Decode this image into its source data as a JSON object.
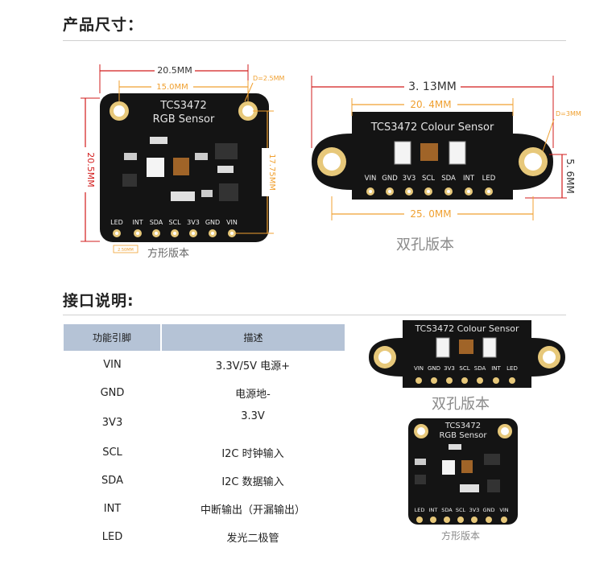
{
  "section1": {
    "title": "产品尺寸："
  },
  "square_board": {
    "dim_outer": "20.5MM",
    "dim_inner": "15.0MM",
    "dim_hole": "D=2.5MM",
    "dim_left": "20.5MM",
    "dim_right": "17.75MM",
    "title_line1": "TCS3472",
    "title_line2": "RGB Sensor",
    "pins": [
      "LED",
      "INT",
      "SDA",
      "SCL",
      "3V3",
      "GND",
      "VIN"
    ],
    "caption": "方形版本",
    "small_note": "2.50MM"
  },
  "double_board": {
    "dim_outer": "3. 13MM",
    "dim_inner": "20. 4MM",
    "dim_hole": "D=3MM",
    "dim_height": "5. 6MM",
    "dim_bottom": "25. 0MM",
    "title": "TCS3472 Colour Sensor",
    "pins": [
      "VIN",
      "GND",
      "3V3",
      "SCL",
      "SDA",
      "INT",
      "LED"
    ],
    "caption": "双孔版本"
  },
  "section2": {
    "title": "接口说明:"
  },
  "table": {
    "headers": [
      "功能引脚",
      "描述"
    ],
    "rows": [
      [
        "VIN",
        "3.3V/5V 电源+"
      ],
      [
        "GND",
        "电源地-"
      ],
      [
        "3V3",
        "3.3V"
      ],
      [
        "SCL",
        "I2C 时钟输入"
      ],
      [
        "SDA",
        "I2C 数据输入"
      ],
      [
        "INT",
        "中断输出（开漏输出）"
      ],
      [
        "LED",
        "发光二极管"
      ]
    ]
  },
  "photo_double": {
    "title": "TCS3472 Colour Sensor",
    "pins": [
      "VIN",
      "GND",
      "3V3",
      "SCL",
      "SDA",
      "INT",
      "LED"
    ],
    "caption": "双孔版本"
  },
  "photo_square": {
    "title_line1": "TCS3472",
    "title_line2": "RGB Sensor",
    "pins": [
      "LED",
      "INT",
      "SDA",
      "SCL",
      "3V3",
      "GND",
      "VIN"
    ],
    "caption": "方形版本"
  }
}
